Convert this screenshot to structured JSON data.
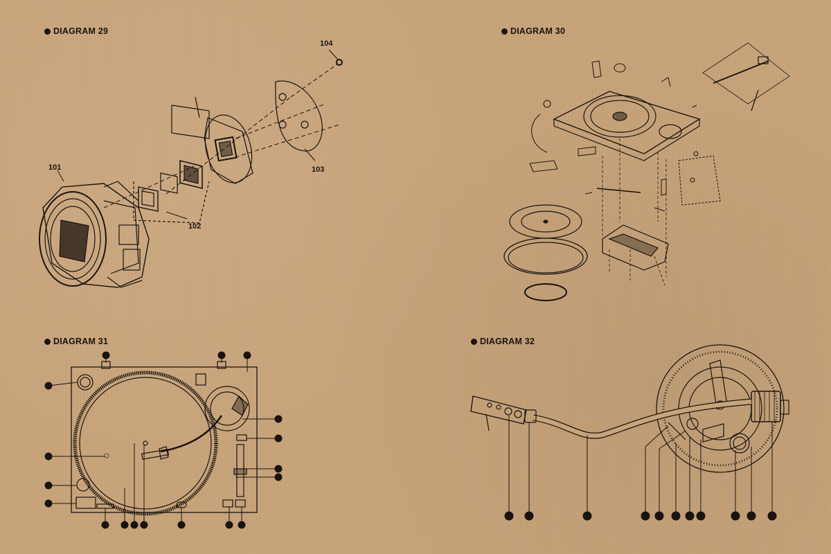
{
  "diagrams": [
    {
      "title": "DIAGRAM 29"
    },
    {
      "title": "DIAGRAM 30"
    },
    {
      "title": "DIAGRAM 31"
    },
    {
      "title": "DIAGRAM 32"
    }
  ],
  "diagram29": {
    "callouts": [
      "101",
      "102",
      "103",
      "104"
    ]
  },
  "colors": {
    "background": "#c8a47b",
    "ink": "#1a1410"
  }
}
